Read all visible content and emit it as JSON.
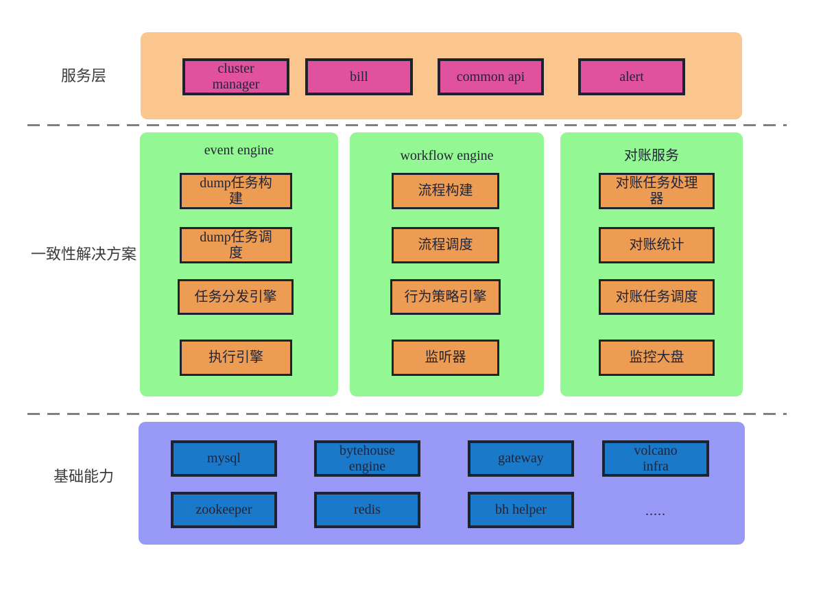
{
  "diagram": {
    "layers": {
      "service": {
        "label": "服务层",
        "boxes": [
          "cluster\nmanager",
          "bill",
          "common api",
          "alert"
        ]
      },
      "consistency": {
        "label": "一致性解决方案",
        "panels": [
          {
            "title": "event engine",
            "boxes": [
              "dump任务构\n建",
              "dump任务调\n度",
              "任务分发引擎",
              "执行引擎"
            ]
          },
          {
            "title": "workflow engine",
            "boxes": [
              "流程构建",
              "流程调度",
              "行为策略引擎",
              "监听器"
            ]
          },
          {
            "title": "对账服务",
            "boxes": [
              "对账任务处理\n器",
              "对账统计",
              "对账任务调度",
              "监控大盘"
            ]
          }
        ]
      },
      "infrastructure": {
        "label": "基础能力",
        "row1": [
          "mysql",
          "bytehouse\nengine",
          "gateway",
          "volcano\ninfra"
        ],
        "row2": [
          "zookeeper",
          "redis",
          "bh helper"
        ],
        "ellipsis": "....."
      }
    },
    "colors": {
      "service_panel": "#FAC68D",
      "service_box": "#E0519E",
      "consistency_panel": "#93F893",
      "consistency_box": "#EC9C53",
      "infra_panel": "#9898F6",
      "infra_box": "#1B79C9",
      "box_border": "#1C222E",
      "dash_line": "#7F7F7F"
    }
  }
}
